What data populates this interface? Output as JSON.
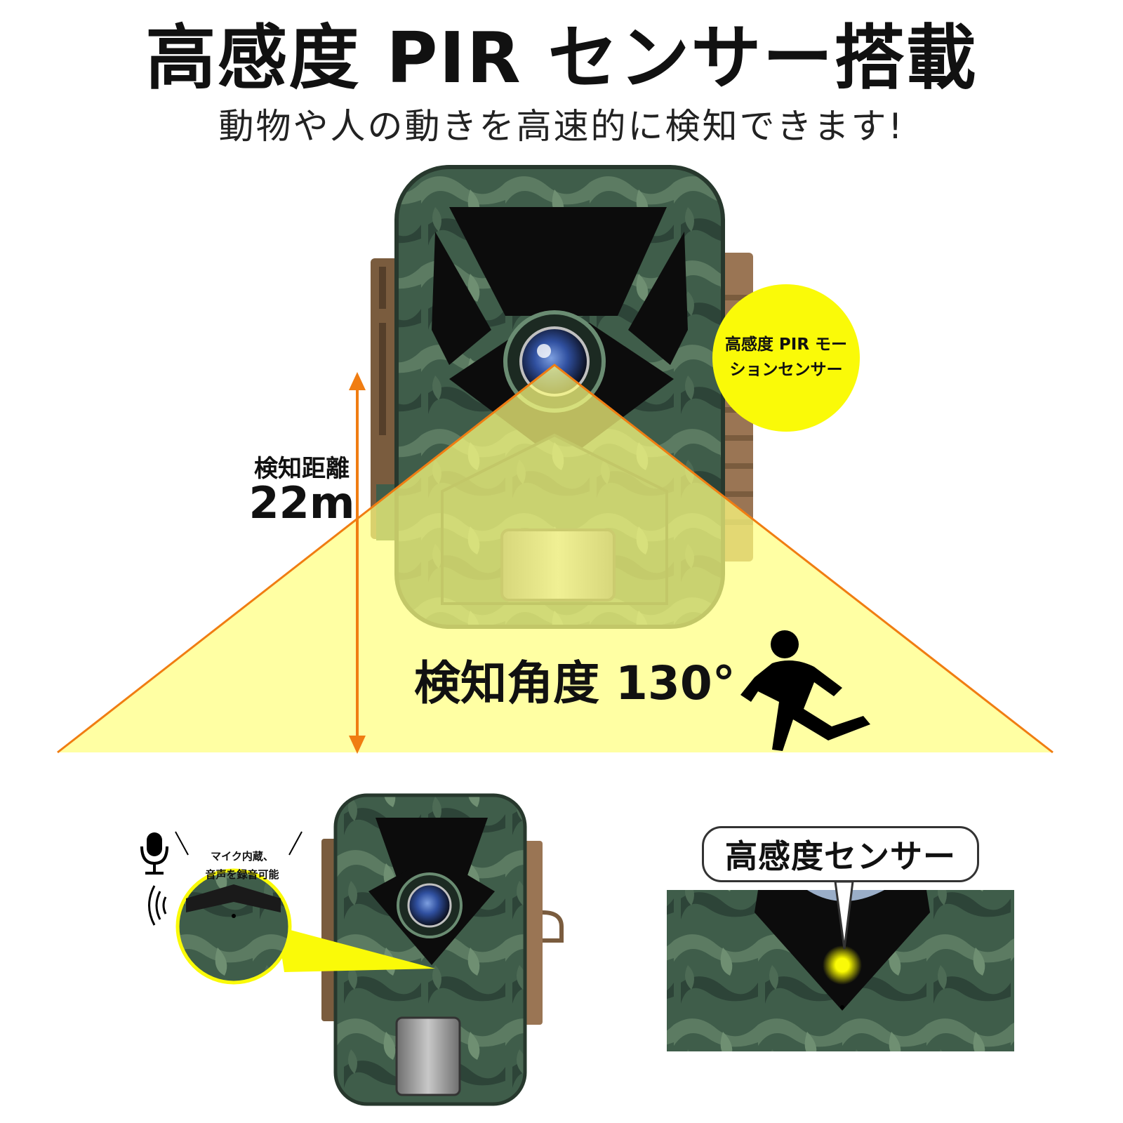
{
  "headline": "高感度 PIR センサー搭載",
  "subheadline": "動物や人の動きを高速的に検知できます!",
  "detection_distance": {
    "label": "検知距離",
    "value": "22m"
  },
  "detection_angle": "検知角度 130°",
  "pir_bubble": "高感度 PIR モーションセンサー",
  "mic_feature": {
    "line1": "マイク内蔵、",
    "line2": "音声を録音可能"
  },
  "sensor_callout": "高感度センサー",
  "colors": {
    "highlight_yellow": "#fafa08",
    "cone_yellow": "#ffffa8",
    "arrow_orange": "#f07d12",
    "camo_green": "#3d5a48"
  },
  "icons": [
    "microphone-icon",
    "sound-wave-icon",
    "running-person-icon"
  ]
}
